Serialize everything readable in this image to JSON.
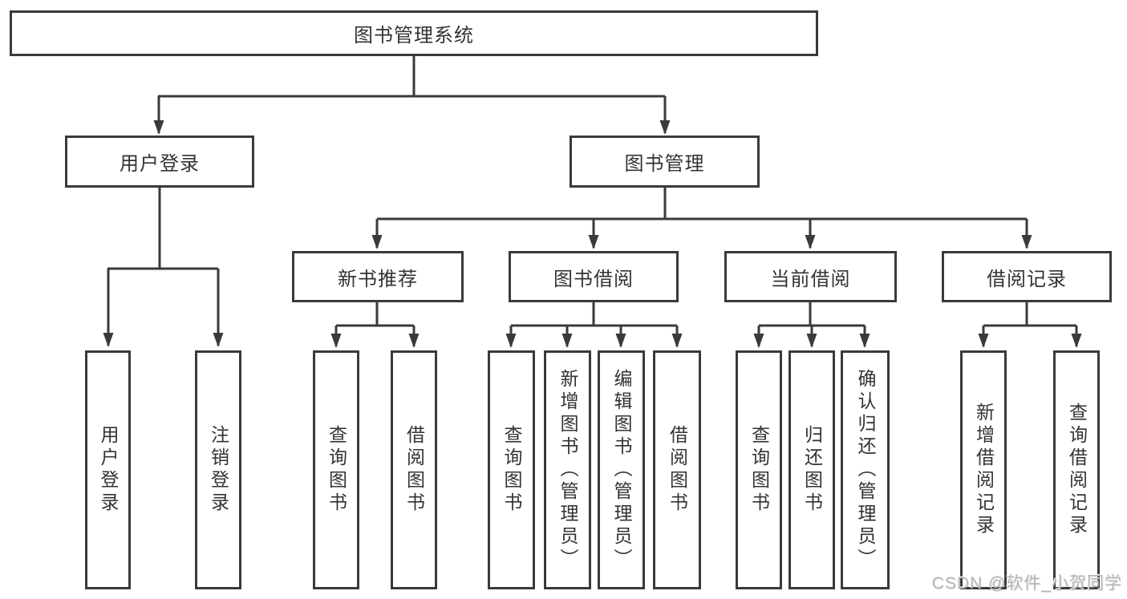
{
  "diagram": {
    "type": "tree",
    "root": "图书管理系统",
    "branches": [
      {
        "label": "用户登录",
        "children": [
          "用户登录",
          "注销登录"
        ]
      },
      {
        "label": "图书管理",
        "children": [
          {
            "label": "新书推荐",
            "children": [
              "查询图书",
              "借阅图书"
            ]
          },
          {
            "label": "图书借阅",
            "children": [
              "查询图书",
              "新增图书（管理员）",
              "编辑图书（管理员）",
              "借阅图书"
            ]
          },
          {
            "label": "当前借阅",
            "children": [
              "查询图书",
              "归还图书",
              "确认归还（管理员）"
            ]
          },
          {
            "label": "借阅记录",
            "children": [
              "新增借阅记录",
              "查询借阅记录"
            ]
          }
        ]
      }
    ],
    "watermark": "CSDN @软件_小贺同学",
    "colors": {
      "line": "#3a3a3a",
      "text": "#333333",
      "background": "#ffffff",
      "watermark": "#b5b5b5"
    }
  }
}
